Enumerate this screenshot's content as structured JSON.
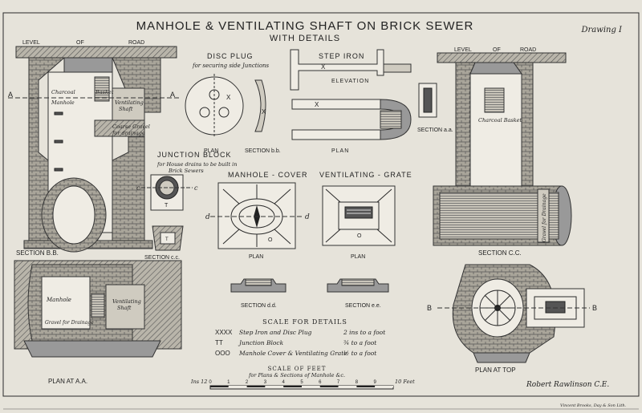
{
  "title": "MANHOLE & VENTILATING SHAFT ON BRICK SEWER",
  "subtitle": "WITH DETAILS",
  "drawing_no": "Drawing I",
  "level_of_road_left": [
    "LEVEL",
    "OF",
    "ROAD"
  ],
  "level_of_road_right": [
    "LEVEL",
    "OF",
    "ROAD"
  ],
  "left_section": {
    "label_a": "A",
    "label_a2": "A",
    "charcoal": "Charcoal",
    "basket": "Basket",
    "manhole": "Manhole",
    "ventilating": "Ventilating",
    "shaft": "Shaft",
    "coarse_gravel": "Coarse Gravel",
    "for_drainage": "for drainage",
    "caption": "SECTION B.B."
  },
  "disc_plug": {
    "title": "DISC PLUG",
    "note": "for securing side Junctions",
    "x1": "X",
    "x2": "X",
    "plan": "PLAN",
    "section": "SECTION b.b."
  },
  "step_iron": {
    "title": "STEP IRON",
    "x1": "X",
    "x2": "X",
    "elevation": "ELEVATION",
    "plan": "PLAN"
  },
  "junction_block": {
    "title": "JUNCTION BLOCK",
    "note1": "for House drains to be built in",
    "note2": "Brick Sewers",
    "c_left": "c",
    "c_right": "c",
    "t_label": "T",
    "t_section": "T",
    "section": "SECTION c.c."
  },
  "manhole_cover": {
    "title": "MANHOLE - COVER",
    "d_left": "d",
    "d_right": "d",
    "o_label": "O",
    "plan": "PLAN",
    "section": "SECTION d.d."
  },
  "ventilating_grate": {
    "title": "VENTILATING - GRATE",
    "o_label": "O",
    "plan": "PLAN",
    "section": "SECTION e.e."
  },
  "scale_details": {
    "title": "SCALE FOR DETAILS",
    "rows": [
      {
        "key": "XXXX",
        "desc": "Step Iron and Disc Plug",
        "scale": "2 ins to a foot"
      },
      {
        "key": "TT",
        "desc": "Junction Block",
        "scale": "¾ to a foot"
      },
      {
        "key": "OOO",
        "desc": "Manhole Cover & Ventilating Grate",
        "scale": "½ to a foot"
      }
    ]
  },
  "scale_feet": {
    "title": "SCALE OF FEET",
    "sub": "for Plans & Sections of Manhole &c.",
    "left": "Ins 12",
    "ticks": [
      "0",
      "1",
      "2",
      "3",
      "4",
      "5",
      "6",
      "7",
      "8",
      "9"
    ],
    "right": "10 Feet"
  },
  "right_section": {
    "section_aa": "SECTION a.a.",
    "charcoal_basket": "Charcoal Basket",
    "gravel": "Gravel for Drainage",
    "caption": "SECTION C.C."
  },
  "plan_top": {
    "b_left": "B",
    "b_right": "B",
    "caption": "PLAN AT TOP"
  },
  "plan_aa": {
    "manhole": "Manhole",
    "ventilating": "Ventilating",
    "shaft": "Shaft",
    "gravel": "Gravel for Drainage",
    "caption": "PLAN AT A.A."
  },
  "author": "Robert Rawlinson C.E.",
  "printer": "Vincent Brooks, Day & Son Lith."
}
